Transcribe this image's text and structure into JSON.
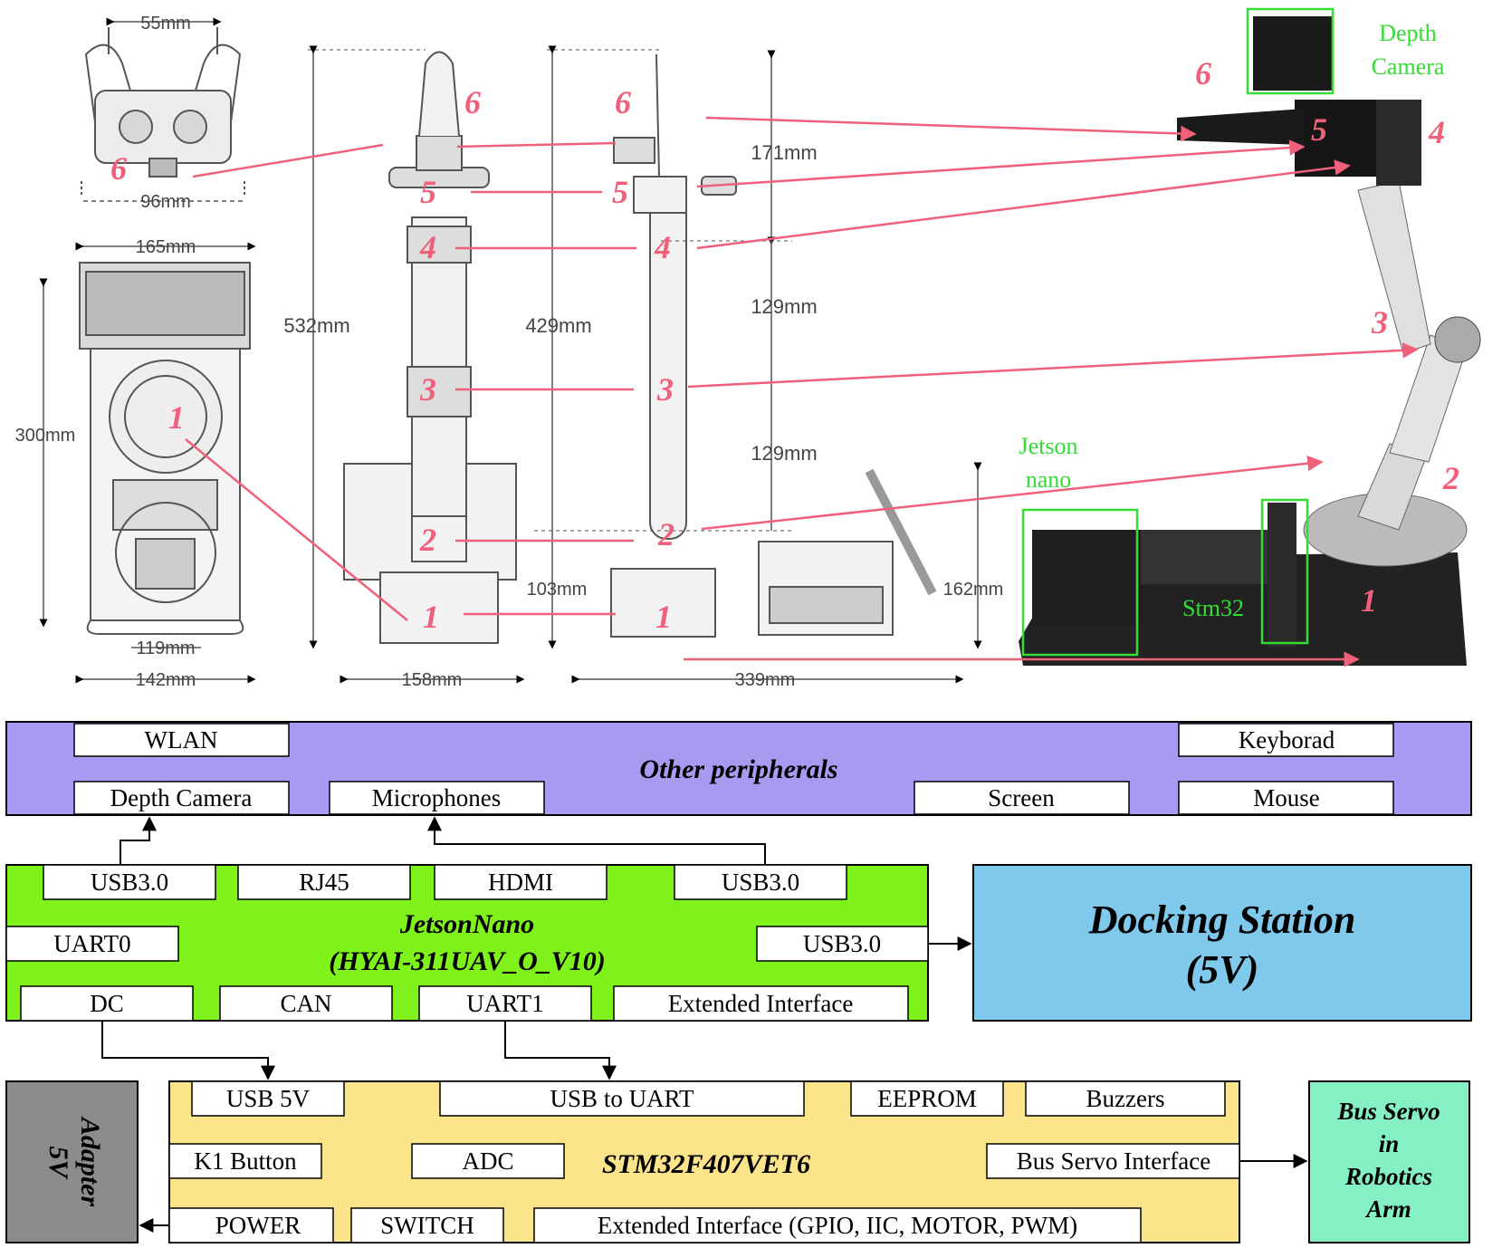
{
  "colors": {
    "accent_red": "#f0607a",
    "green_label": "#33dd33",
    "peripherals_bg": "#a89af0",
    "jetson_bg": "#7ef21a",
    "docking_bg": "#7fc9ec",
    "stm_bg": "#fbe48a",
    "adapter_bg": "#8c8c8c",
    "servo_bg": "#84f0c4"
  },
  "dimensions": {
    "d55": "55mm",
    "d96": "96mm",
    "d165": "165mm",
    "d300": "300mm",
    "d119": "119mm",
    "d142": "142mm",
    "d532": "532mm",
    "d158": "158mm",
    "d429": "429mm",
    "d171": "171mm",
    "d129a": "129mm",
    "d129b": "129mm",
    "d103": "103mm",
    "d339": "339mm",
    "d162": "162mm"
  },
  "photo_labels": {
    "depth_camera": "Depth\nCamera",
    "jetson_nano": "Jetson\nnano",
    "stm32": "Stm32"
  },
  "joint_numbers": [
    "1",
    "2",
    "3",
    "4",
    "5",
    "6"
  ],
  "blocks": {
    "peripherals": {
      "title": "Other peripherals",
      "items": {
        "wlan": "WLAN",
        "keyboard": "Keyborad",
        "depth_camera": "Depth Camera",
        "microphones": "Microphones",
        "screen": "Screen",
        "mouse": "Mouse"
      }
    },
    "jetson": {
      "title_line1": "JetsonNano",
      "title_line2": "(HYAI-311UAV_O_V10)",
      "ports": {
        "usb30_a": "USB3.0",
        "rj45": "RJ45",
        "hdmi": "HDMI",
        "usb30_b": "USB3.0",
        "uart0": "UART0",
        "usb30_c": "USB3.0",
        "dc": "DC",
        "can": "CAN",
        "uart1": "UART1",
        "ext": "Extended Interface"
      }
    },
    "docking": {
      "line1": "Docking Station",
      "line2": "(5V)"
    },
    "stm": {
      "title": "STM32F407VET6",
      "ports": {
        "usb5v": "USB 5V",
        "usb_uart": "USB to UART",
        "eeprom": "EEPROM",
        "buzzers": "Buzzers",
        "k1": "K1 Button",
        "adc": "ADC",
        "bus_servo_if": "Bus Servo Interface",
        "power": "POWER",
        "switch": "SWITCH",
        "ext": "Extended Interface (GPIO, IIC, MOTOR, PWM)"
      }
    },
    "adapter": {
      "line1": "Adapter",
      "line2": "5V"
    },
    "servo": {
      "line1": "Bus Servo",
      "line2": "in",
      "line3": "Robotics",
      "line4": "Arm"
    }
  }
}
